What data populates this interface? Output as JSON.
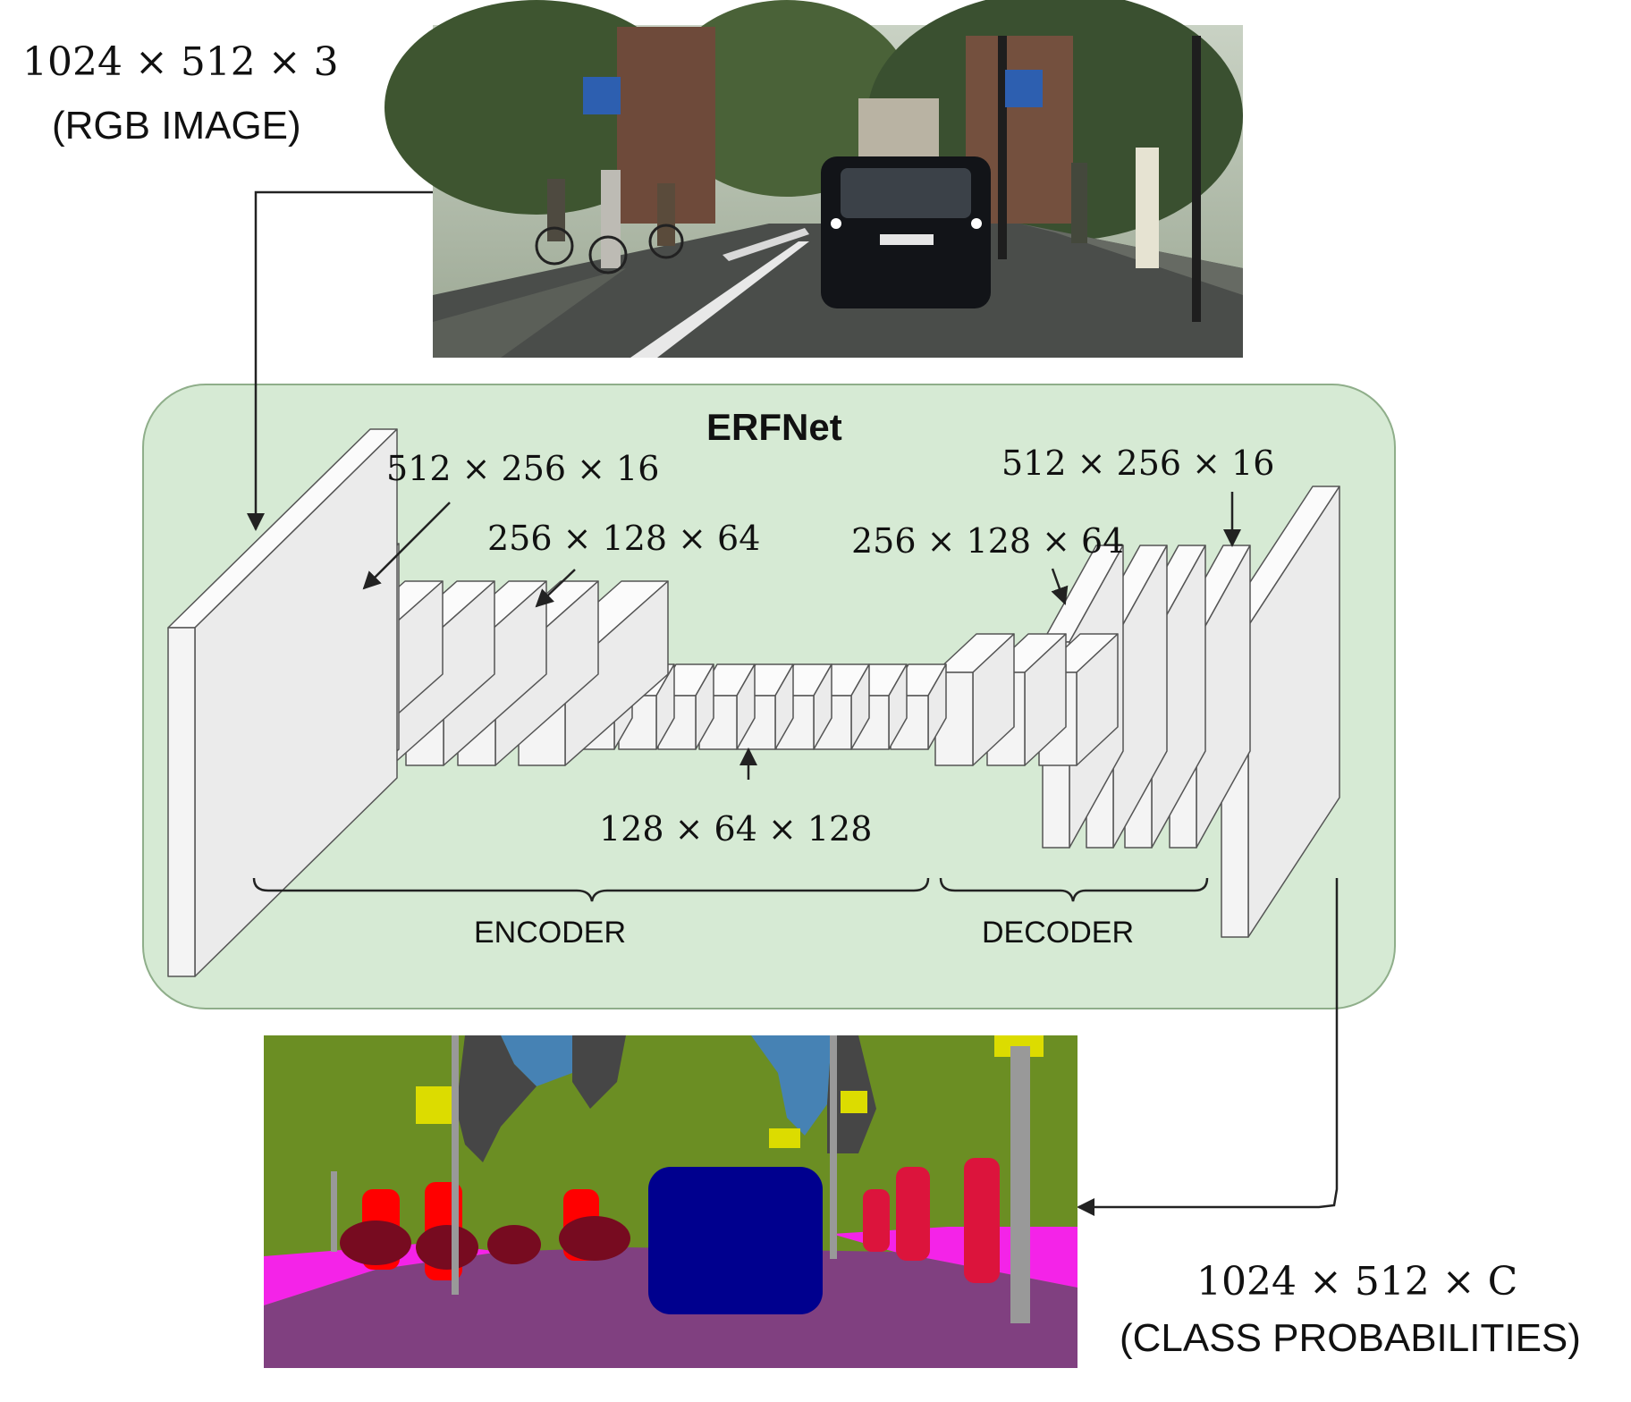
{
  "input": {
    "dims": "1024 × 512 × 3",
    "caption": "(RGB IMAGE)"
  },
  "network": {
    "title": "ERFNet",
    "labels": {
      "enc_first": "512 × 256 × 16",
      "enc_second": "256 × 128 × 64",
      "bottleneck": "128 × 64 × 128",
      "dec_first": "256 × 128 × 64",
      "dec_second": "512 × 256 × 16"
    },
    "encoder_label": "ENCODER",
    "decoder_label": "DECODER"
  },
  "output": {
    "dims": "1024 × 512 × C",
    "caption": "(CLASS PROBABILITIES)"
  },
  "colors": {
    "panel_fill": "#d6ead4",
    "panel_stroke": "#8fae8a",
    "block_fill": "#f4f4f4",
    "block_stroke": "#555555",
    "seg_vegetation": "#6b8e23",
    "seg_sky": "#4682b4",
    "seg_building": "#464646",
    "seg_road": "#804080",
    "seg_sidewalk": "#f423e8",
    "seg_car": "#00008e",
    "seg_person": "#dc143c",
    "seg_rider": "#ff0000",
    "seg_bicycle": "#770b20",
    "seg_sign": "#dcdc00",
    "seg_pole": "#999999"
  }
}
